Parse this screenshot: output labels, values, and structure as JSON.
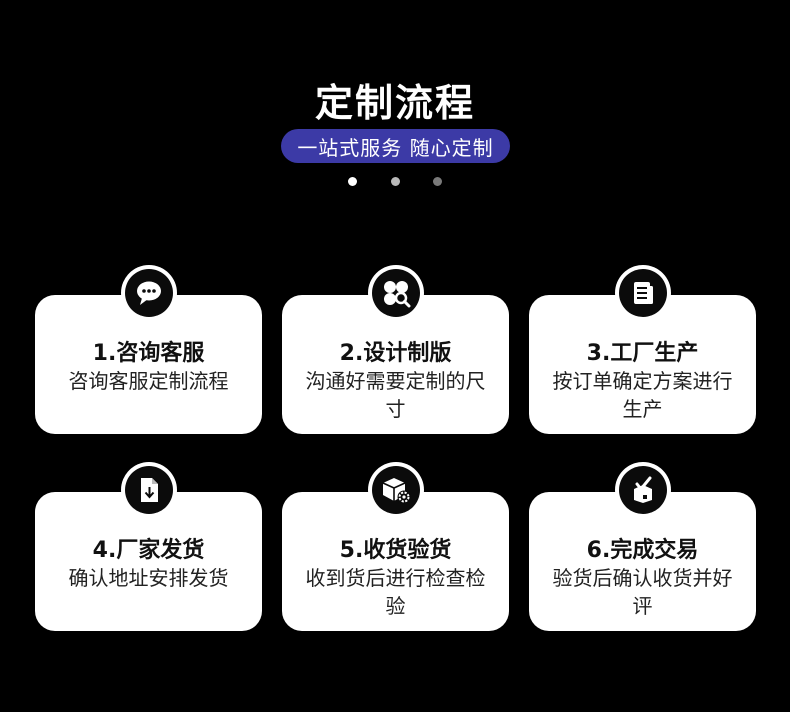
{
  "header": {
    "title": "定制流程",
    "subtitle": "一站式服务 随心定制"
  },
  "steps": [
    {
      "label": "1.咨询客服",
      "desc": "咨询客服定制流程",
      "icon": "chat-bubble-icon"
    },
    {
      "label": "2.设计制版",
      "desc": "沟通好需要定制的尺寸",
      "icon": "design-search-icon"
    },
    {
      "label": "3.工厂生产",
      "desc": "按订单确定方案进行生产",
      "icon": "document-list-icon"
    },
    {
      "label": "4.厂家发货",
      "desc": "确认地址安排发货",
      "icon": "download-document-icon"
    },
    {
      "label": "5.收货验货",
      "desc": "收到货后进行检查检验",
      "icon": "package-gear-icon"
    },
    {
      "label": "6.完成交易",
      "desc": "验货后确认收货并好评",
      "icon": "checkmark-box-icon"
    }
  ],
  "colors": {
    "background": "#000000",
    "accent": "#3c3aa6",
    "card": "#ffffff"
  }
}
